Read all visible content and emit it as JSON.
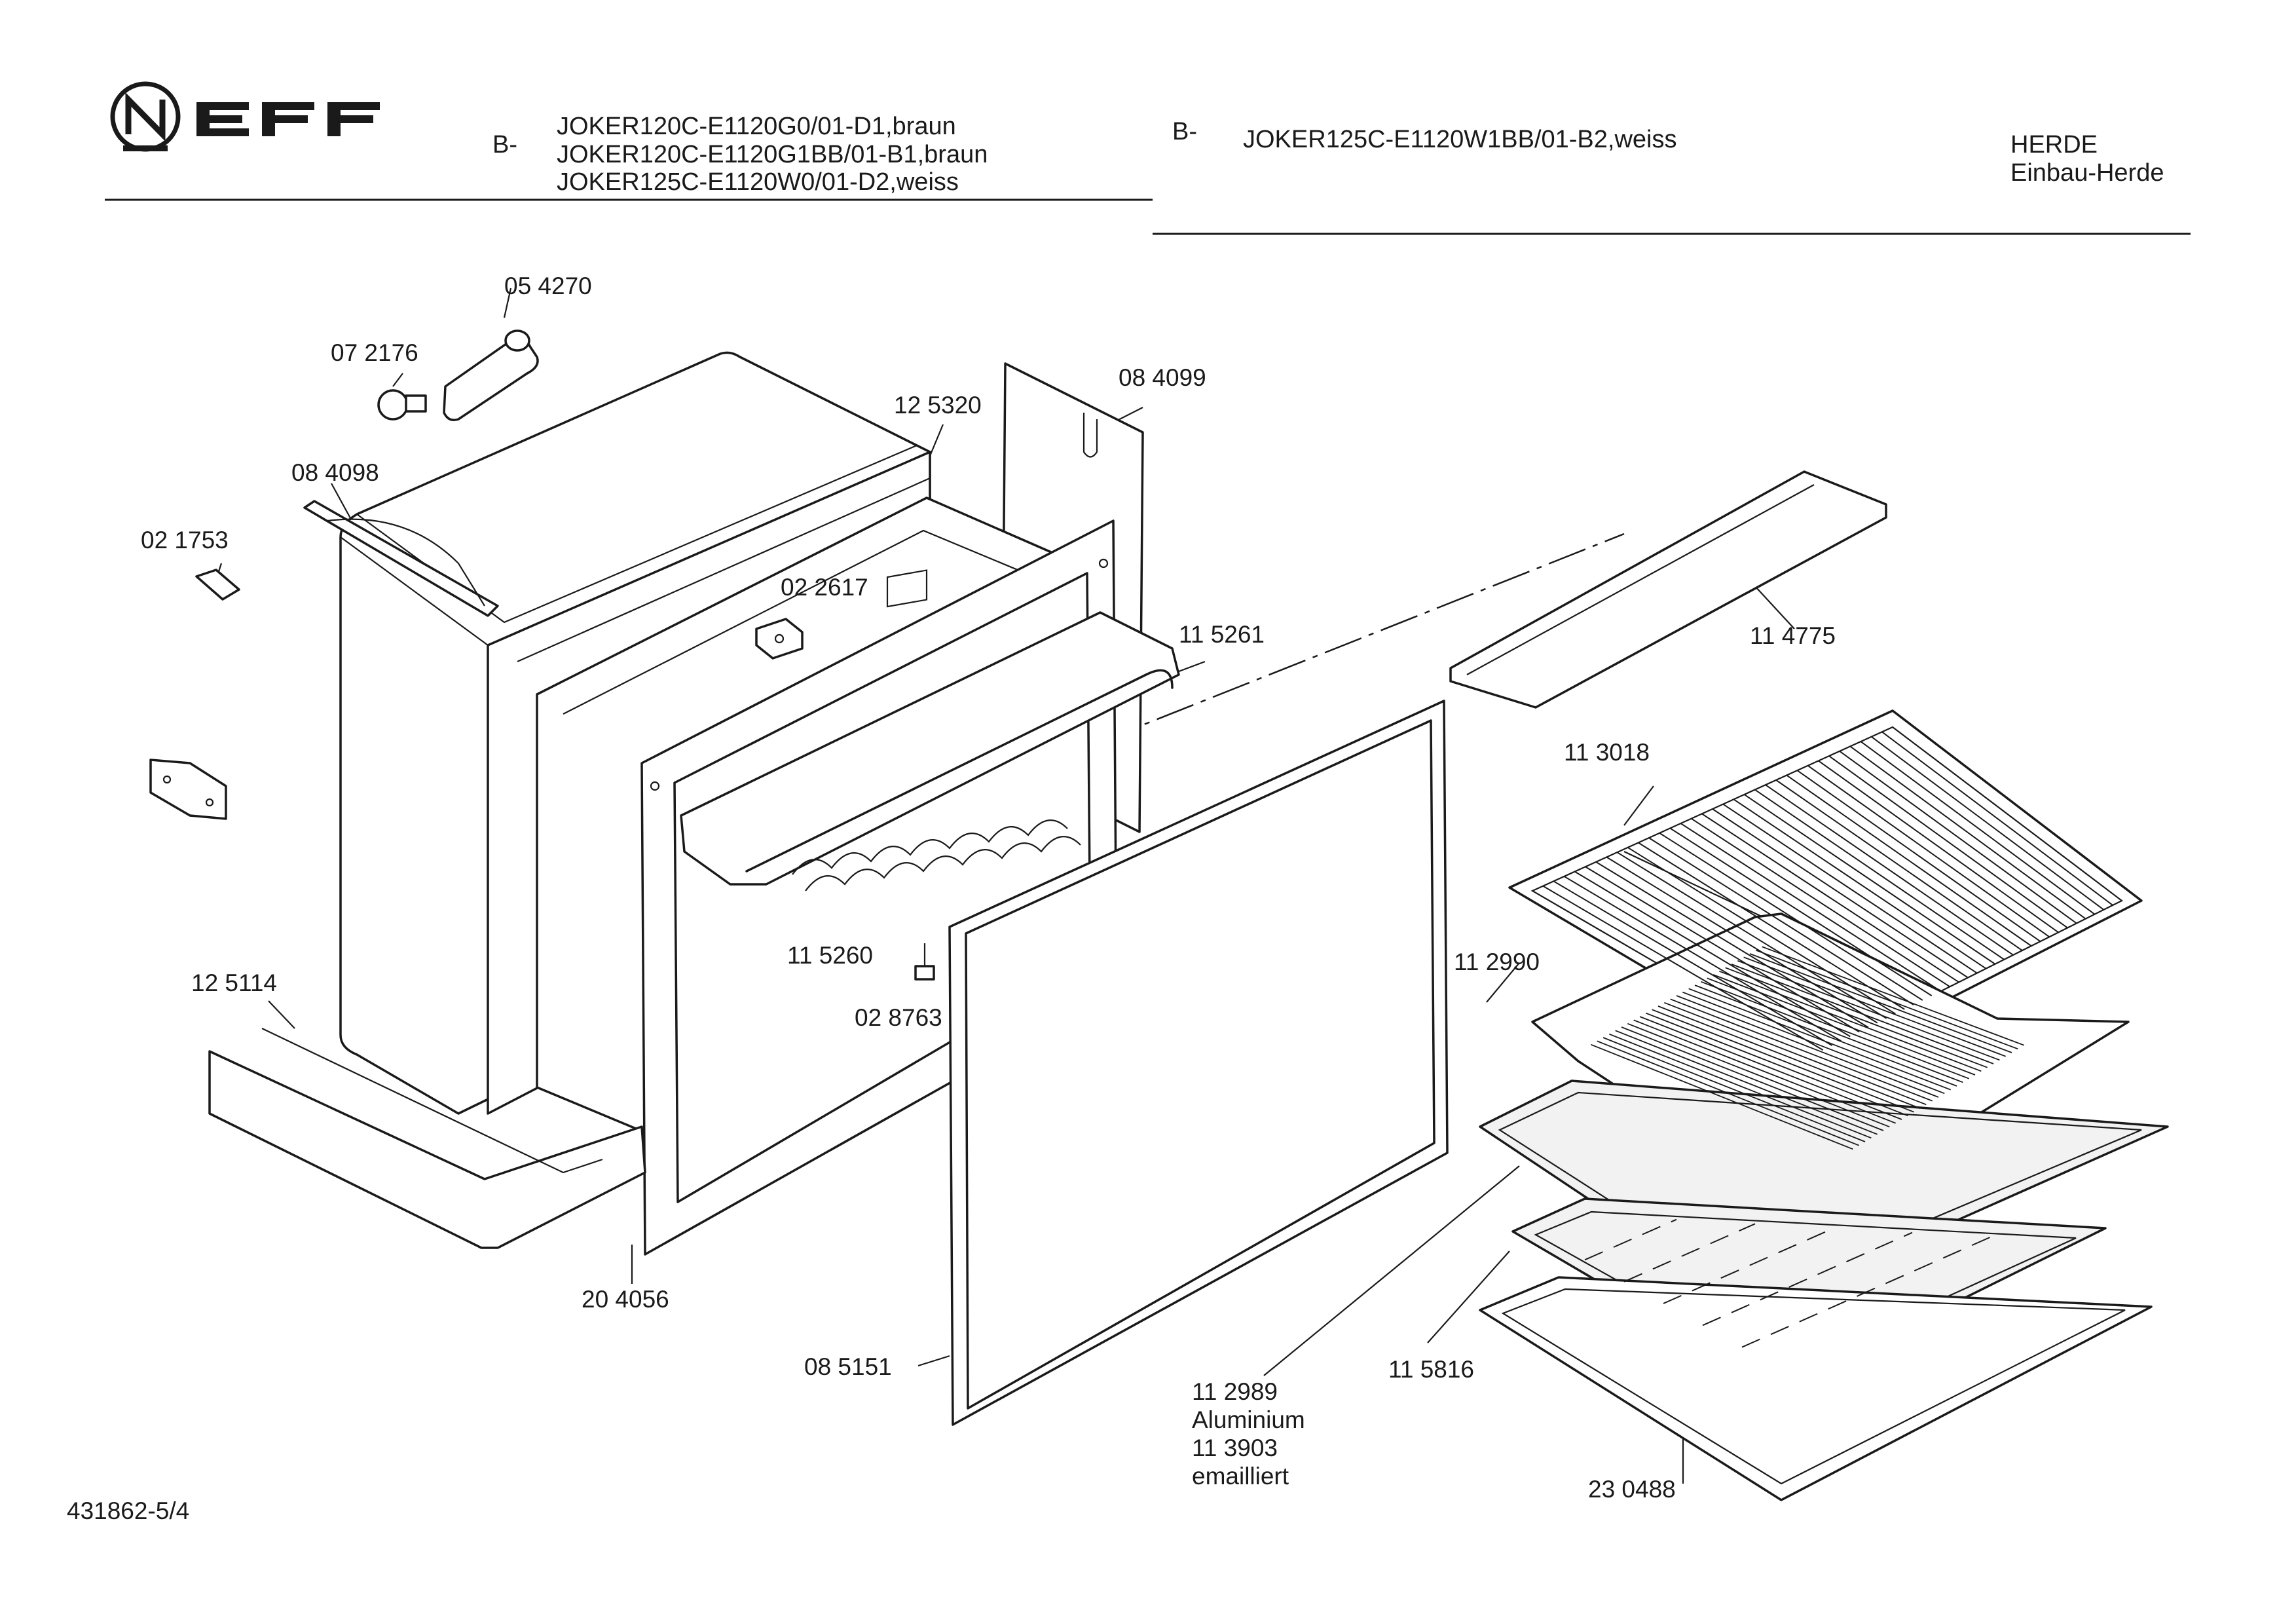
{
  "brand": {
    "logo": "NEFF"
  },
  "header": {
    "prefix_left": "B-",
    "models_left": [
      "JOKER120C-E1120G0/01-D1,braun",
      "JOKER120C-E1120G1BB/01-B1,braun",
      "JOKER125C-E1120W0/01-D2,weiss"
    ],
    "prefix_right": "B-",
    "model_right": "JOKER125C-E1120W1BB/01-B2,weiss",
    "category": "HERDE",
    "subcategory": "Einbau-Herde"
  },
  "parts": {
    "p054270": "05 4270",
    "p072176": "07 2176",
    "p125320": "12 5320",
    "p084099": "08 4099",
    "p084098": "08 4098",
    "p021753": "02 1753",
    "p022617": "02 2617",
    "p115261": "11 5261",
    "p114775": "11 4775",
    "p113018": "11 3018",
    "p115260": "11 5260",
    "p112990": "11 2990",
    "p125114": "12 5114",
    "p028763": "02 8763",
    "p204056": "20 4056",
    "p085151": "08 5151",
    "p112989": "11 2989",
    "aluminium": "Aluminium",
    "p113903": "11 3903",
    "emailliert": "emailliert",
    "p115816": "11 5816",
    "p230488": "23 0488"
  },
  "footer": {
    "doc_number": "431862-5/4"
  }
}
